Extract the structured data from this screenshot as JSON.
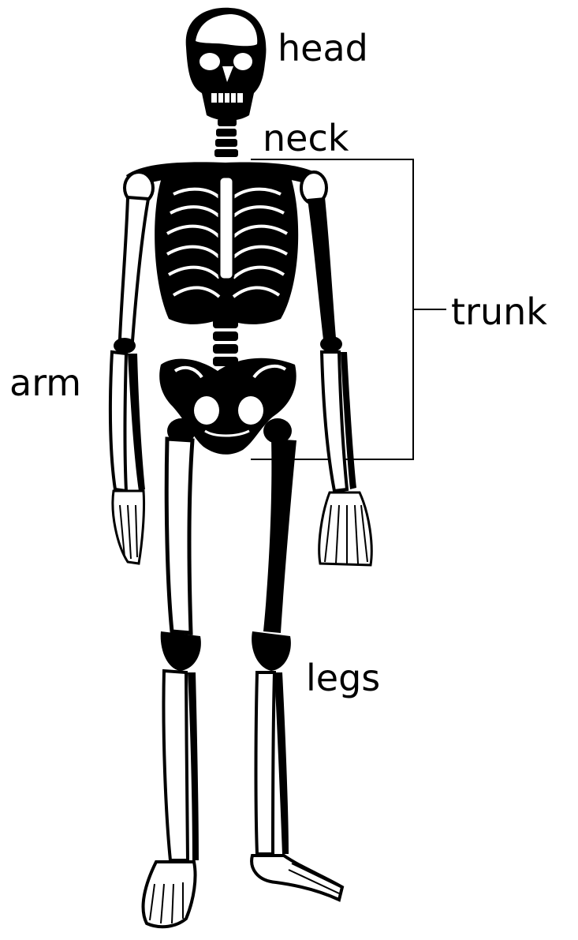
{
  "labels": {
    "head": "head",
    "neck": "neck",
    "trunk": "trunk",
    "arm": "arm",
    "legs": "legs"
  },
  "colors": {
    "ink": "#000000",
    "paper": "#ffffff"
  }
}
